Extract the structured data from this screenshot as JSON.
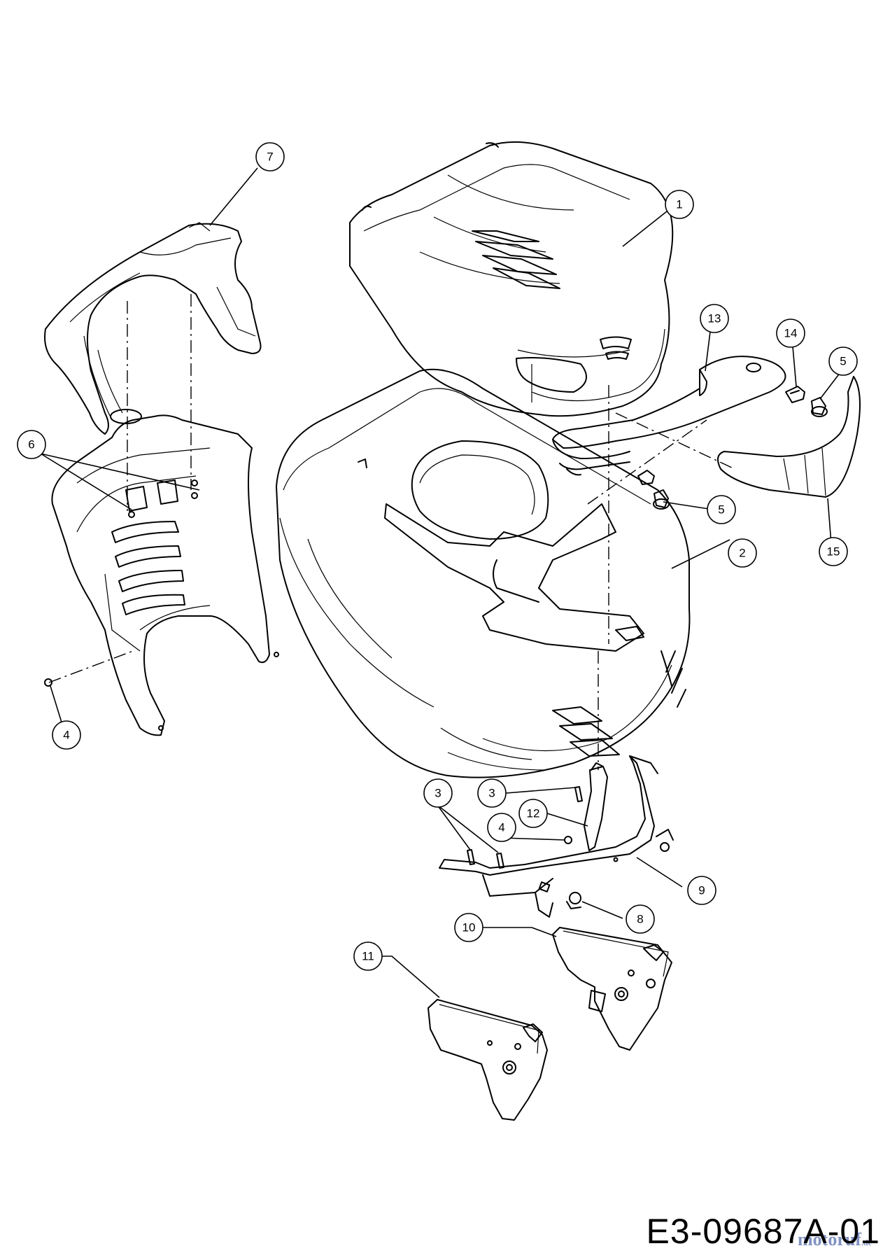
{
  "callouts": [
    {
      "id": "c7",
      "label": "7"
    },
    {
      "id": "c1",
      "label": "1"
    },
    {
      "id": "c13",
      "label": "13"
    },
    {
      "id": "c14",
      "label": "14"
    },
    {
      "id": "c5a",
      "label": "5"
    },
    {
      "id": "c6",
      "label": "6"
    },
    {
      "id": "c5b",
      "label": "5"
    },
    {
      "id": "c2",
      "label": "2"
    },
    {
      "id": "c15",
      "label": "15"
    },
    {
      "id": "c4a",
      "label": "4"
    },
    {
      "id": "c3a",
      "label": "3"
    },
    {
      "id": "c3b",
      "label": "3"
    },
    {
      "id": "c12",
      "label": "12"
    },
    {
      "id": "c4b",
      "label": "4"
    },
    {
      "id": "c9",
      "label": "9"
    },
    {
      "id": "c8",
      "label": "8"
    },
    {
      "id": "c10",
      "label": "10"
    },
    {
      "id": "c11",
      "label": "11"
    }
  ],
  "drawing_number": "E3-09687A-01",
  "watermark": {
    "brand": "motoruf",
    "suffix": ".de"
  },
  "colors": {
    "line": "#000000",
    "background": "#ffffff",
    "watermark": "#6a7fb8"
  }
}
